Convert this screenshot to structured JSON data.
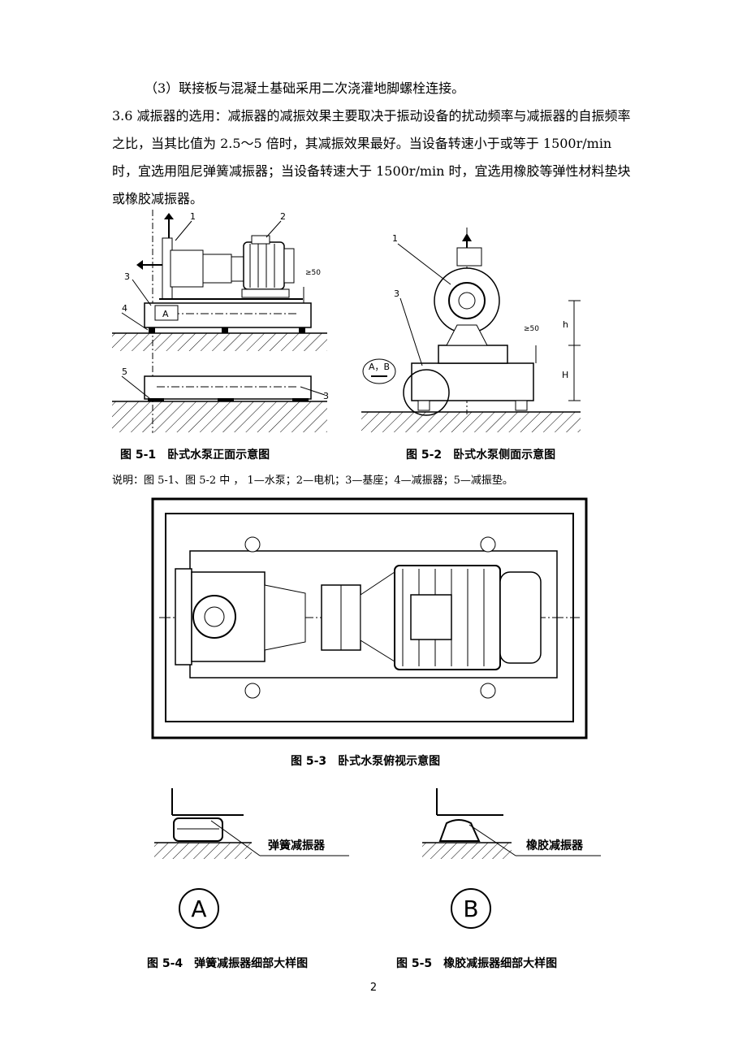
{
  "body": {
    "item3": "（3）联接板与混凝土基础采用二次浇灌地脚螺栓连接。",
    "section": "3.6 减振器的选用：减振器的减振效果主要取决于振动设备的扰动频率与减振器的自振频率之比，当其比值为 2.5～5 倍时，其减振效果最好。当设备转速小于或等于 1500r/min 时，宜选用阻尼弹簧减振器；当设备转速大于 1500r/min 时，宜选用橡胶等弹性材料垫块或橡胶减振器。"
  },
  "figures": {
    "fig1": {
      "caption": "图 5-1　卧式水泵正面示意图",
      "labels": {
        "n1": "1",
        "n2": "2",
        "n3": "3",
        "n4": "4",
        "n5": "5",
        "n3b": "3",
        "a": "A",
        "ge50": "≥50"
      }
    },
    "fig2": {
      "caption": "图 5-2　卧式水泵侧面示意图",
      "labels": {
        "n1": "1",
        "n3": "3",
        "ab": "A，B",
        "h": "h",
        "H": "H",
        "ge50": "≥50"
      }
    },
    "note": "说明：图 5-1、图 5-2 中 ， 1—水泵；2—电机；3—基座；4—减振器；5—减振垫。",
    "fig3": {
      "caption": "图 5-3　卧式水泵俯视示意图"
    },
    "fig4": {
      "caption": "图 5-4　弹簧减振器细部大样图",
      "label": "弹簧减振器",
      "letter": "A"
    },
    "fig5": {
      "caption": "图 5-5　橡胶减振器细部大样图",
      "label": "橡胶减振器",
      "letter": "B"
    }
  },
  "page_number": "2"
}
